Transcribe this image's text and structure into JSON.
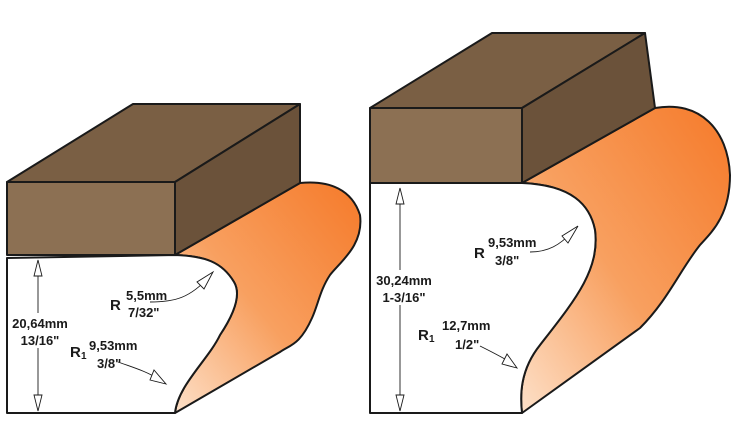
{
  "colors": {
    "wood_front": "#8c7053",
    "wood_top": "#7a5f44",
    "wood_side": "#6b523a",
    "profile_orange": "#f57a2a",
    "profile_light": "#fde0c8",
    "outline": "#1a1a1a"
  },
  "profiles": [
    {
      "height_mm": "20,64mm",
      "height_in": "13/16\"",
      "r_label": "R",
      "r_mm": "5,5mm",
      "r_in": "7/32\"",
      "r1_label": "R",
      "r1_sub": "1",
      "r1_mm": "9,53mm",
      "r1_in": "3/8\""
    },
    {
      "height_mm": "30,24mm",
      "height_in": "1-3/16\"",
      "r_label": "R",
      "r_mm": "9,53mm",
      "r_in": "3/8\"",
      "r1_label": "R",
      "r1_sub": "1",
      "r1_mm": "12,7mm",
      "r1_in": "1/2\""
    }
  ]
}
